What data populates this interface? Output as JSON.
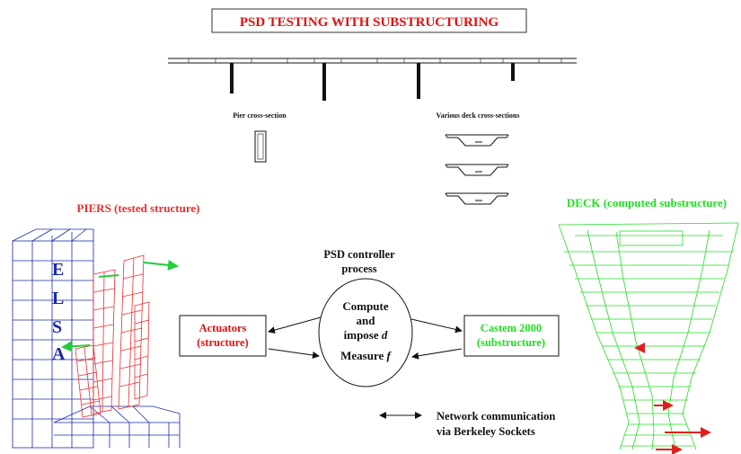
{
  "title": "PSD TESTING WITH SUBSTRUCTURING",
  "labels": {
    "pier_cross_section": "Pier cross-section",
    "deck_cross_sections": "Various deck cross-sections",
    "piers_title": "PIERS (tested structure)",
    "deck_title": "DECK (computed substructure)",
    "controller_line1": "PSD controller",
    "controller_line2": "process",
    "compute_line1": "Compute",
    "compute_line2": "and",
    "compute_line3_prefix": "impose ",
    "compute_line3_var": "d",
    "measure_prefix": "Measure ",
    "measure_var": "f",
    "actuators_line1": "Actuators",
    "actuators_line2": "(structure)",
    "castem_line1": "Castem 2000",
    "castem_line2": "(substructure)",
    "network_line1": "Network communication",
    "network_line2": "via Berkeley Sockets",
    "elsa_letters": [
      "E",
      "L",
      "S",
      "A"
    ]
  },
  "colors": {
    "title_red": "#e01010",
    "piers_red": "#e83030",
    "deck_green": "#22dd22",
    "wall_blue": "#1a2aa8",
    "arrow_green": "#1fcf3a",
    "arrow_red": "#e02020",
    "ink": "#111111"
  }
}
